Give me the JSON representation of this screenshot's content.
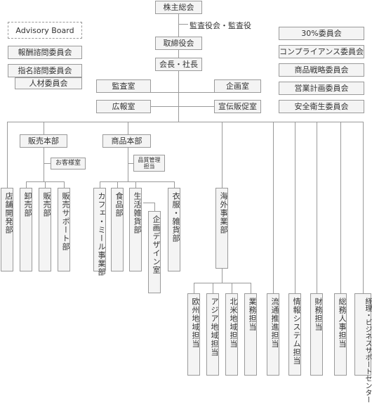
{
  "top": {
    "shareholders": "株主総会",
    "auditors": "監査役会・監査役",
    "board": "取締役会",
    "chairman_president": "会長・社長",
    "advisory_board": "Advisory Board"
  },
  "left_committees": {
    "compensation": "報酬諮問委員会",
    "nomination": "指名諮問委員会",
    "hr": "人材委員会"
  },
  "right_committees": {
    "thirty_percent": "30%委員会",
    "compliance": "コンプライアンス委員会",
    "product_strategy": "商品戦略委員会",
    "sales_plan": "営業計画委員会",
    "safety_health": "安全衛生委員会"
  },
  "staff": {
    "audit": "監査室",
    "planning": "企画室",
    "pr": "広報室",
    "promotion": "宣伝販促室"
  },
  "headquarters": {
    "sales": "販売本部",
    "customer": "お客様室",
    "merchandise": "商品本部",
    "qc_line1": "品質管理",
    "qc_line2": "担当"
  },
  "units": {
    "store_dev": "店舗開発部",
    "wholesale": "卸売部",
    "sales_dept": "販売部",
    "sales_support": "販売サポート部",
    "cafe_meal": "カフェ・ミール事業部",
    "food": "食品部",
    "living_goods": "生活雑貨部",
    "design_room": "企画デザイン室",
    "clothing": "衣服・雑貨部",
    "overseas": "海外事業部",
    "europe": "欧州地域担当",
    "asia": "アジア地域担当",
    "north_america": "北米地域担当",
    "business": "業務担当",
    "distribution": "流通推進担当",
    "info_systems": "情報システム担当",
    "finance": "財務担当",
    "general_affairs": "総務人事担当",
    "business_support": "経理・ビジネスサポートセンター"
  }
}
